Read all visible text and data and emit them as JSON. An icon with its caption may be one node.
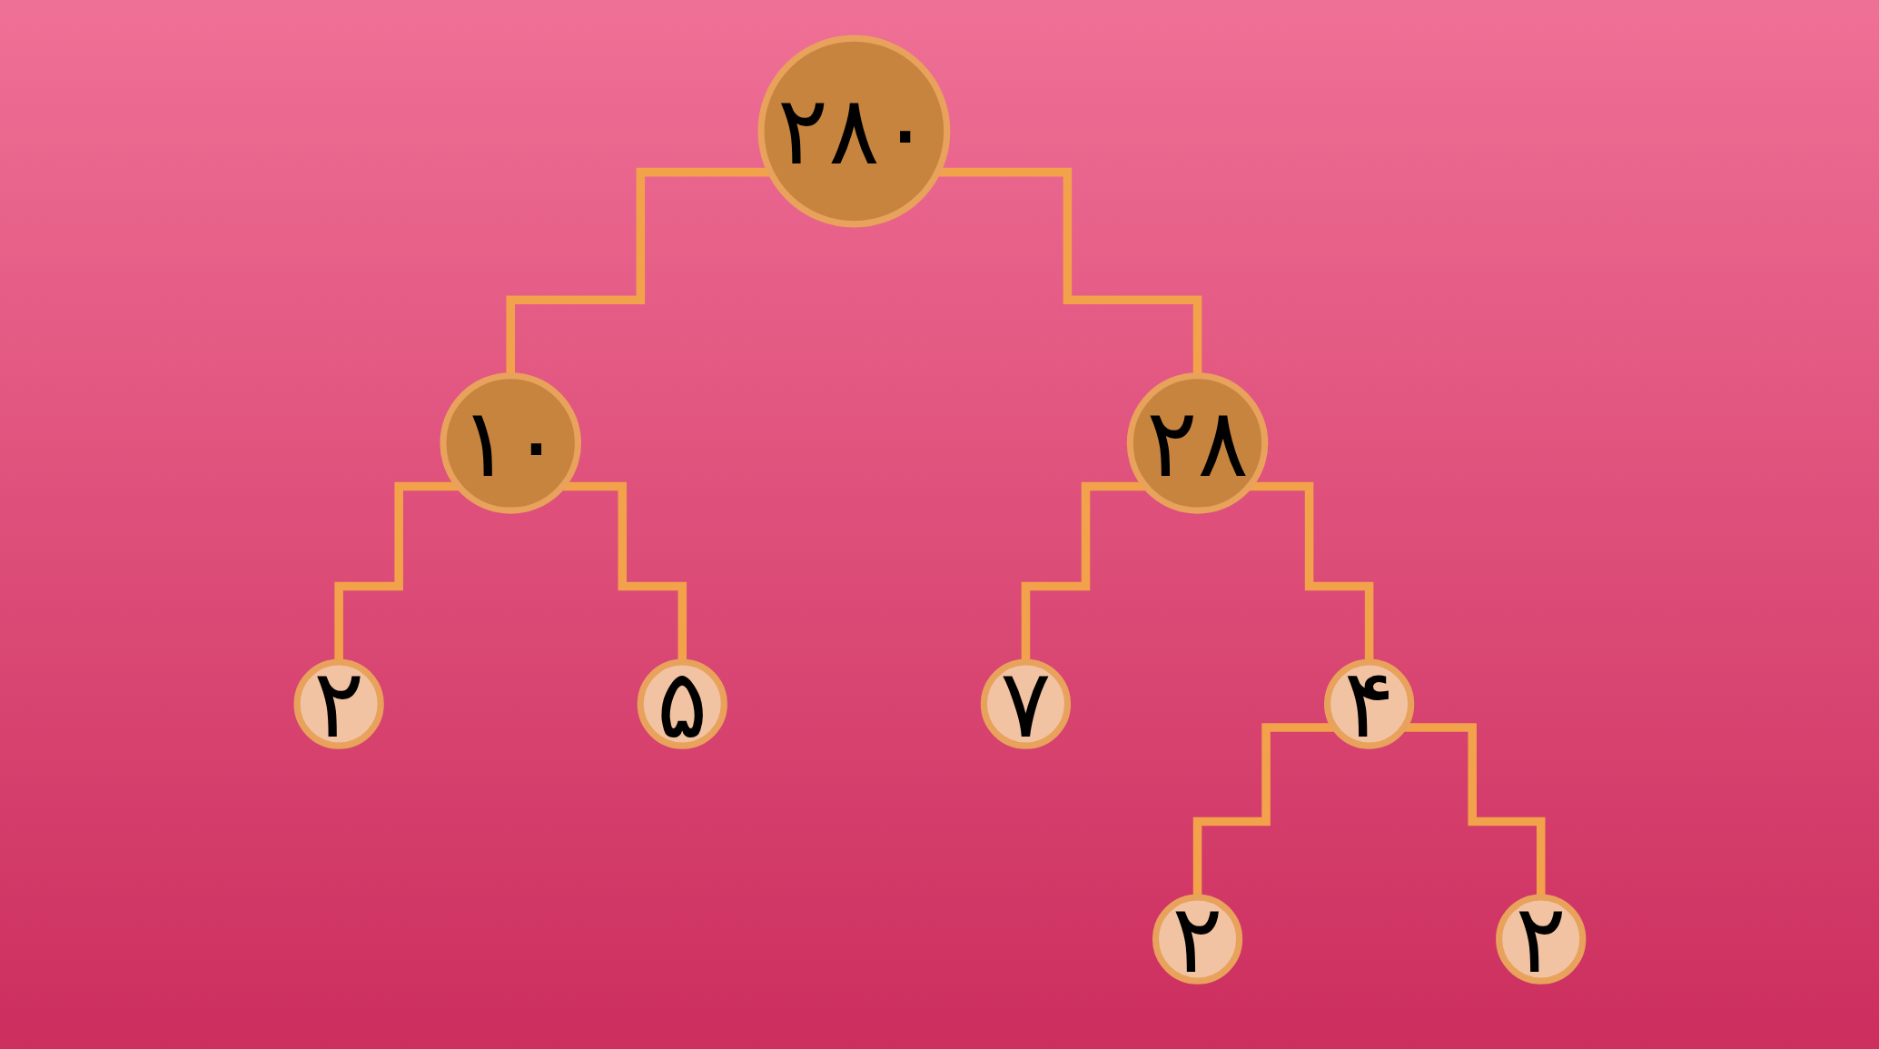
{
  "diagram": {
    "nodes": [
      {
        "text": [
          "۲۸۰"
        ]
      },
      {
        "text": [
          "۱۰"
        ]
      },
      {
        "text": [
          "۲۸"
        ]
      },
      {
        "text": [
          "۲"
        ]
      },
      {
        "text": [
          "۵"
        ]
      },
      {
        "text": [
          "۷"
        ]
      },
      {
        "text": [
          "۴"
        ]
      },
      {
        "text": [
          "۲"
        ]
      },
      {
        "text": [
          "۲"
        ]
      }
    ],
    "edges": [
      {
        "from": 0,
        "to": 1,
        "arrow": "none"
      },
      {
        "from": 0,
        "to": 2,
        "arrow": "none"
      },
      {
        "from": 1,
        "to": 3,
        "arrow": "none"
      },
      {
        "from": 1,
        "to": 4,
        "arrow": "none"
      },
      {
        "from": 2,
        "to": 5,
        "arrow": "none"
      },
      {
        "from": 2,
        "to": 6,
        "arrow": "none"
      },
      {
        "from": 6,
        "to": 7,
        "arrow": "none"
      },
      {
        "from": 6,
        "to": 8,
        "arrow": "none"
      }
    ]
  }
}
